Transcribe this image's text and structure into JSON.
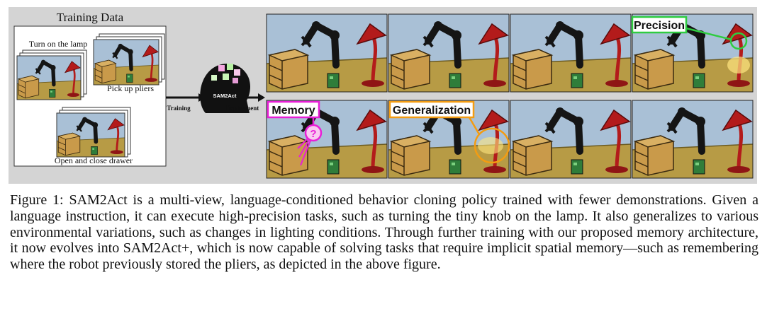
{
  "figure": {
    "training_data_title": "Training Data",
    "task_labels": [
      "Turn on the lamp",
      "Pick up pliers",
      "Open and close drawer"
    ],
    "model_name": "SAM2Act",
    "arrow_left_label": "Training",
    "arrow_right_label": "Deployment",
    "callouts": {
      "precision": "Precision",
      "memory": "Memory",
      "generalization": "Generalization",
      "question_mark": "?"
    },
    "colors": {
      "precision": "#2ecc40",
      "memory": "#e81fd6",
      "generalization": "#f39c12",
      "panel_bg": "#d4d4d4",
      "sky": "#a9c0d6",
      "table": "#b79b45",
      "lamp": "#b31b1b",
      "robot": "#151515"
    }
  },
  "caption": {
    "label": "Figure 1:",
    "text": "SAM2Act is a multi-view, language-conditioned behavior cloning policy trained with fewer demonstrations. Given a language instruction, it can execute high-precision tasks, such as turning the tiny knob on the lamp. It also generalizes to various environmental variations, such as changes in lighting conditions. Through further training with our proposed memory architecture, it now evolves into SAM2Act+, which is now capable of solving tasks that require implicit spatial memory—such as remembering where the robot previously stored the pliers, as depicted in the above figure."
  }
}
